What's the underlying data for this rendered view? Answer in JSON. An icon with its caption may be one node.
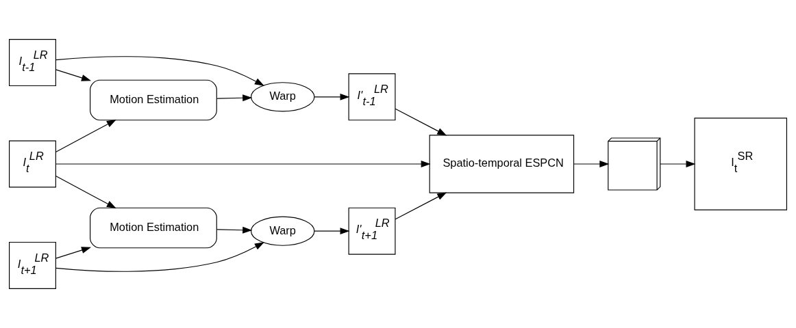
{
  "diagram": {
    "nodes": [
      {
        "text": [
          "I$_{t-1}$$^{LR}$"
        ]
      },
      {
        "text": [
          "Warp"
        ]
      },
      {
        "text": [
          "I'$_{t-1}$$^{LR}$"
        ]
      },
      {
        "text": [
          "Motion Estimation"
        ]
      },
      {
        "text": [
          "I$_{t}$$^{LR}$"
        ]
      },
      {
        "text": [
          "Spatio-temporal ESPCN"
        ]
      },
      {
        "text": [],
        "shape": "cube"
      },
      {
        "text": [
          "I$_{t}$$^{SR}$"
        ]
      },
      {
        "text": [
          "Motion Estimation"
        ]
      },
      {
        "text": [
          "I$_{t+1}$$^{LR}$"
        ]
      },
      {
        "text": [
          "Warp"
        ]
      },
      {
        "text": [
          "I'$_{t+1}$$^{LR}$"
        ]
      }
    ],
    "edges": [
      {
        "from": 0,
        "to": 1,
        "arrow": "to"
      },
      {
        "from": 1,
        "to": 2,
        "arrow": "to"
      },
      {
        "from": 0,
        "to": 3,
        "arrow": "to"
      },
      {
        "from": 4,
        "to": 3,
        "arrow": "to"
      },
      {
        "from": 3,
        "to": 1,
        "arrow": "to"
      },
      {
        "from": 2,
        "to": 5,
        "arrow": "to"
      },
      {
        "from": 4,
        "to": 5,
        "arrow": "to"
      },
      {
        "from": 5,
        "to": 6,
        "arrow": "to"
      },
      {
        "from": 6,
        "to": 7,
        "arrow": "to"
      },
      {
        "from": 4,
        "to": 8,
        "arrow": "to"
      },
      {
        "from": 9,
        "to": 8,
        "arrow": "to"
      },
      {
        "from": 8,
        "to": 10,
        "arrow": "to"
      },
      {
        "from": 9,
        "to": 10,
        "arrow": "to"
      },
      {
        "from": 10,
        "to": 11,
        "arrow": "to"
      },
      {
        "from": 11,
        "to": 5,
        "arrow": "to"
      }
    ]
  }
}
